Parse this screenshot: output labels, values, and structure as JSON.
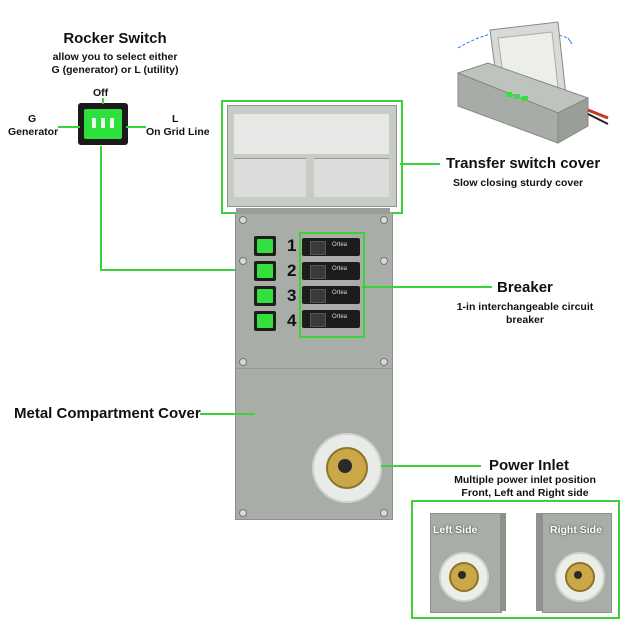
{
  "rocker": {
    "title": "Rocker Switch",
    "desc_line1": "allow you to select either",
    "desc_line2": "G (generator) or L (utility)",
    "off_label": "Off",
    "g_label": "G",
    "g_desc": "Generator",
    "l_label": "L",
    "l_desc": "On Grid Line"
  },
  "cover": {
    "title": "Transfer switch cover",
    "desc": "Slow closing sturdy cover"
  },
  "breaker": {
    "title": "Breaker",
    "desc_line1": "1-in interchangeable circuit",
    "desc_line2": "breaker",
    "numbers": [
      "1",
      "2",
      "3",
      "4"
    ],
    "brand": "Ortea"
  },
  "compartment": {
    "title": "Metal Compartment Cover"
  },
  "inlet": {
    "title": "Power Inlet",
    "desc_line1": "Multiple power inlet position",
    "desc_line2": "Front, Left and Right side",
    "left_side": "Left Side",
    "right_side": "Right Side"
  },
  "colors": {
    "accent_green": "#3ad13a",
    "panel_grey": "#a9ada8"
  }
}
